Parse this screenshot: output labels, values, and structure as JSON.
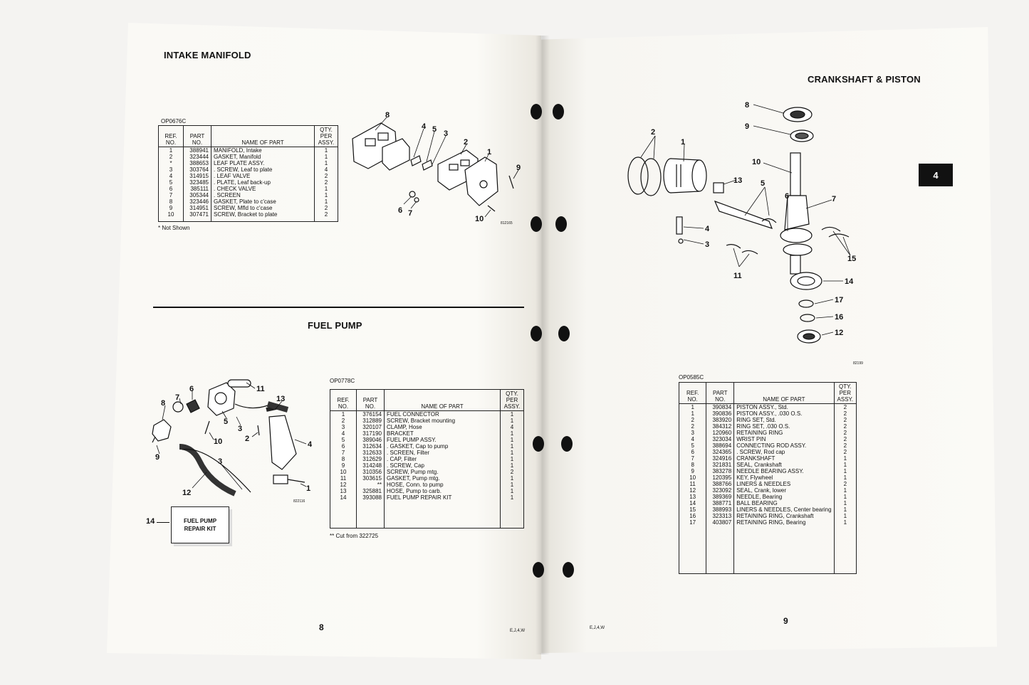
{
  "left_page": {
    "intake_title": "INTAKE MANIFOLD",
    "intake_code": "OP0676C",
    "intake_headers": {
      "ref": "REF. NO.",
      "part": "PART NO.",
      "name": "NAME OF PART",
      "qty": "QTY. PER ASSY."
    },
    "intake_rows": [
      {
        "ref": "1",
        "part": "388941",
        "name": "MANIFOLD, Intake",
        "qty": "1"
      },
      {
        "ref": "2",
        "part": "323444",
        "name": "GASKET, Manifold",
        "qty": "1"
      },
      {
        "ref": "*",
        "part": "388653",
        "name": "LEAF PLATE ASSY.",
        "qty": "1"
      },
      {
        "ref": "3",
        "part": "303764",
        "name": ". SCREW, Leaf to plate",
        "qty": "4"
      },
      {
        "ref": "4",
        "part": "314915",
        "name": ". LEAF VALVE",
        "qty": "2"
      },
      {
        "ref": "5",
        "part": "323485",
        "name": ". PLATE, Leaf back-up",
        "qty": "2"
      },
      {
        "ref": "6",
        "part": "385111",
        "name": ". CHECK VALVE",
        "qty": "1"
      },
      {
        "ref": "7",
        "part": "305344",
        "name": ". SCREEN",
        "qty": "1"
      },
      {
        "ref": "8",
        "part": "323446",
        "name": "GASKET, Plate to c'case",
        "qty": "1"
      },
      {
        "ref": "9",
        "part": "314951",
        "name": "SCREW, Mfld to c'case",
        "qty": "2"
      },
      {
        "ref": "10",
        "part": "307471",
        "name": "SCREW, Bracket to plate",
        "qty": "2"
      }
    ],
    "intake_note": "* Not Shown",
    "intake_callouts": [
      "8",
      "4",
      "5",
      "3",
      "2",
      "1",
      "9",
      "6",
      "7",
      "10"
    ],
    "intake_fig_code": "812165",
    "fuel_title": "FUEL PUMP",
    "fuel_code": "OP0778C",
    "fuel_headers": {
      "ref": "REF. NO.",
      "part": "PART NO.",
      "name": "NAME OF PART",
      "qty": "QTY. PER ASSY."
    },
    "fuel_rows": [
      {
        "ref": "1",
        "part": "376154",
        "name": "FUEL CONNECTOR",
        "qty": "1"
      },
      {
        "ref": "2",
        "part": "312889",
        "name": "SCREW, Bracket mounting",
        "qty": "1"
      },
      {
        "ref": "3",
        "part": "320107",
        "name": "CLAMP, Hose",
        "qty": "4"
      },
      {
        "ref": "4",
        "part": "317190",
        "name": "BRACKET",
        "qty": "1"
      },
      {
        "ref": "5",
        "part": "389046",
        "name": "FUEL PUMP ASSY.",
        "qty": "1"
      },
      {
        "ref": "6",
        "part": "312634",
        "name": ". GASKET, Cap to pump",
        "qty": "1"
      },
      {
        "ref": "7",
        "part": "312633",
        "name": ". SCREEN, Filter",
        "qty": "1"
      },
      {
        "ref": "8",
        "part": "312629",
        "name": ". CAP, Filter",
        "qty": "1"
      },
      {
        "ref": "9",
        "part": "314248",
        "name": ". SCREW, Cap",
        "qty": "1"
      },
      {
        "ref": "10",
        "part": "310356",
        "name": "SCREW, Pump mtg.",
        "qty": "2"
      },
      {
        "ref": "11",
        "part": "303615",
        "name": "GASKET, Pump mtg.",
        "qty": "1"
      },
      {
        "ref": "12",
        "part": "**",
        "name": "HOSE, Conn. to pump",
        "qty": "1"
      },
      {
        "ref": "13",
        "part": "325881",
        "name": "HOSE, Pump to carb.",
        "qty": "1"
      },
      {
        "ref": "14",
        "part": "393088",
        "name": "FUEL PUMP REPAIR KIT",
        "qty": "1"
      }
    ],
    "fuel_note": "** Cut from 322725",
    "fuel_callouts": [
      "11",
      "13",
      "8",
      "7",
      "6",
      "5",
      "3",
      "2",
      "4",
      "10",
      "9",
      "3",
      "12",
      "1",
      "14"
    ],
    "fuel_kit_label": "FUEL PUMP REPAIR KIT",
    "fuel_fig_code": "822116",
    "page_number": "8",
    "footer_code": "E,J,4,W"
  },
  "right_page": {
    "title": "CRANKSHAFT & PISTON",
    "tab_label": "4",
    "callouts": [
      "8",
      "9",
      "2",
      "1",
      "10",
      "13",
      "5",
      "6",
      "7",
      "4",
      "3",
      "11",
      "15",
      "14",
      "17",
      "16",
      "12"
    ],
    "fig_code": "82199",
    "code": "OP0585C",
    "headers": {
      "ref": "REF. NO.",
      "part": "PART NO.",
      "name": "NAME OF PART",
      "qty": "QTY. PER ASSY."
    },
    "rows": [
      {
        "ref": "1",
        "part": "390834",
        "name": "PISTON ASSY., Std.",
        "qty": "2"
      },
      {
        "ref": "1",
        "part": "390836",
        "name": "PISTON ASSY., .030 O.S.",
        "qty": "2"
      },
      {
        "ref": "2",
        "part": "383920",
        "name": "RING SET, Std.",
        "qty": "2"
      },
      {
        "ref": "2",
        "part": "384312",
        "name": "RING SET, .030 O.S.",
        "qty": "2"
      },
      {
        "ref": "3",
        "part": "120960",
        "name": "RETAINING RING",
        "qty": "2"
      },
      {
        "ref": "4",
        "part": "323034",
        "name": "WRIST PIN",
        "qty": "2"
      },
      {
        "ref": "5",
        "part": "388694",
        "name": "CONNECTING ROD ASSY.",
        "qty": "2"
      },
      {
        "ref": "6",
        "part": "324365",
        "name": ". SCREW, Rod cap",
        "qty": "2"
      },
      {
        "ref": "7",
        "part": "324916",
        "name": "CRANKSHAFT",
        "qty": "1"
      },
      {
        "ref": "8",
        "part": "321831",
        "name": "SEAL, Crankshaft",
        "qty": "1"
      },
      {
        "ref": "9",
        "part": "383278",
        "name": "NEEDLE BEARING ASSY.",
        "qty": "1"
      },
      {
        "ref": "10",
        "part": "120395",
        "name": "KEY, Flywheel",
        "qty": "1"
      },
      {
        "ref": "11",
        "part": "388766",
        "name": "LINERS & NEEDLES",
        "qty": "2"
      },
      {
        "ref": "12",
        "part": "323092",
        "name": "SEAL, Crank, lower",
        "qty": "1"
      },
      {
        "ref": "13",
        "part": "389369",
        "name": "NEEDLE, Bearing",
        "qty": "1"
      },
      {
        "ref": "14",
        "part": "388771",
        "name": "BALL BEARING",
        "qty": "1"
      },
      {
        "ref": "15",
        "part": "388993",
        "name": "LINERS & NEEDLES, Center bearing",
        "qty": "1"
      },
      {
        "ref": "16",
        "part": "323313",
        "name": "RETAINING RING, Crankshaft",
        "qty": "1"
      },
      {
        "ref": "17",
        "part": "403807",
        "name": "RETAINING RING, Bearing",
        "qty": "1"
      }
    ],
    "page_number": "9",
    "footer_code": "E,J,4,W"
  }
}
